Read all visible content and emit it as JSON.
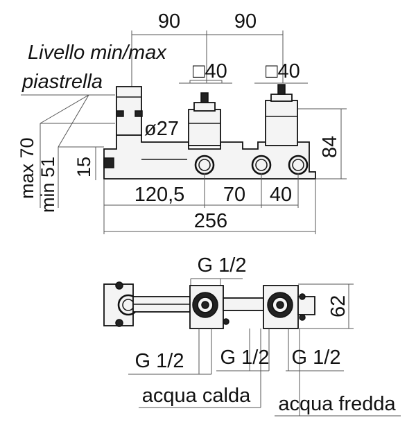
{
  "labels": {
    "top_dim_left": "90",
    "top_dim_right": "90",
    "tile_level_line1": "Livello min/max",
    "tile_level_line2": "piastrella",
    "square_left": "□40",
    "square_right": "□40",
    "diameter": "ø27",
    "height_right": "84",
    "max_depth": "max 70",
    "min_depth": "min 51",
    "offset_15": "15",
    "dim_120_5": "120,5",
    "dim_70": "70",
    "dim_40": "40",
    "dim_256": "256",
    "g_top": "G 1/2",
    "g_left": "G 1/2",
    "g_mid": "G 1/2",
    "g_right": "G 1/2",
    "height_62": "62",
    "hot_water": "acqua calda",
    "cold_water": "acqua fredda"
  }
}
